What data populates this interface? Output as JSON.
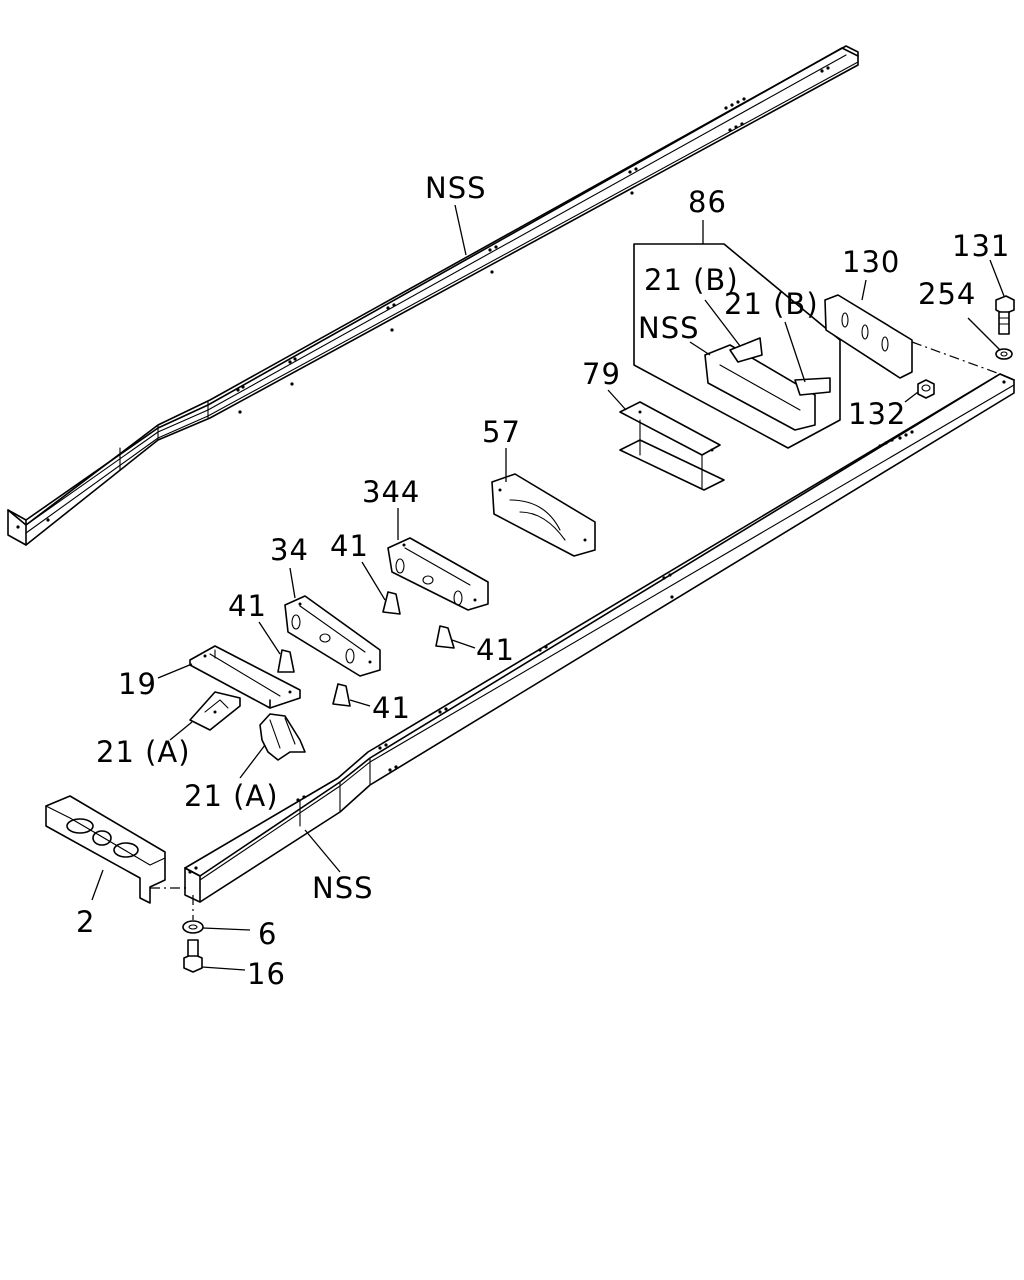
{
  "labels": {
    "nss_top": "NSS",
    "nss_kit": "NSS",
    "nss_bottom": "NSS",
    "p86": "86",
    "p21b_1": "21 (B)",
    "p21b_2": "21 (B)",
    "p130": "130",
    "p131": "131",
    "p254": "254",
    "p132": "132",
    "p79": "79",
    "p57": "57",
    "p344": "344",
    "p34": "34",
    "p41_a": "41",
    "p41_b": "41",
    "p41_c": "41",
    "p41_d": "41",
    "p19": "19",
    "p21a_1": "21 (A)",
    "p21a_2": "21 (A)",
    "p2": "2",
    "p6": "6",
    "p16": "16"
  }
}
